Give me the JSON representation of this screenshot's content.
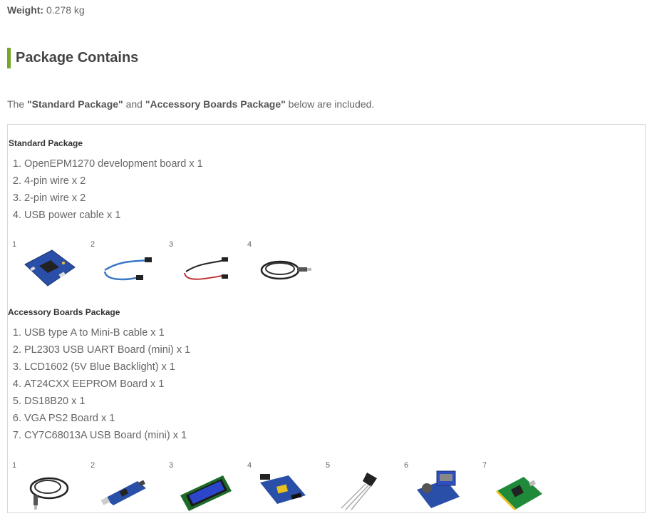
{
  "weight": {
    "label": "Weight:",
    "value": "0.278 kg"
  },
  "heading": "Package Contains",
  "intro": {
    "prefix": "The ",
    "standard": "\"Standard Package\"",
    "middle": " and ",
    "accessory": "\"Accessory Boards Package\"",
    "suffix": " below are included."
  },
  "standard": {
    "title": "Standard Package",
    "items": [
      "OpenEPM1270 development board x 1",
      "4-pin wire x 2",
      "2-pin wire x 2",
      "USB power cable x 1"
    ],
    "thumb_numbers": [
      "1",
      "2",
      "3",
      "4"
    ],
    "thumb_icons": [
      "dev-board",
      "4-pin-wire",
      "2-pin-wire",
      "usb-cable"
    ]
  },
  "accessory": {
    "title": "Accessory Boards Package",
    "items": [
      "USB type A to Mini-B cable x 1",
      "PL2303 USB UART Board (mini) x 1",
      "LCD1602 (5V Blue Backlight) x 1",
      "AT24CXX EEPROM Board x 1",
      "DS18B20 x 1",
      "VGA PS2 Board x 1",
      "CY7C68013A USB Board (mini) x 1"
    ],
    "thumb_numbers": [
      "1",
      "2",
      "3",
      "4",
      "5",
      "6",
      "7"
    ],
    "thumb_icons": [
      "mini-b-cable",
      "uart-board",
      "lcd-module",
      "eeprom-board",
      "sensor-transistor",
      "vga-ps2-board",
      "usb-board"
    ]
  },
  "colors": {
    "accent": "#72a826",
    "border": "#d8d8d8",
    "text": "#666666"
  }
}
